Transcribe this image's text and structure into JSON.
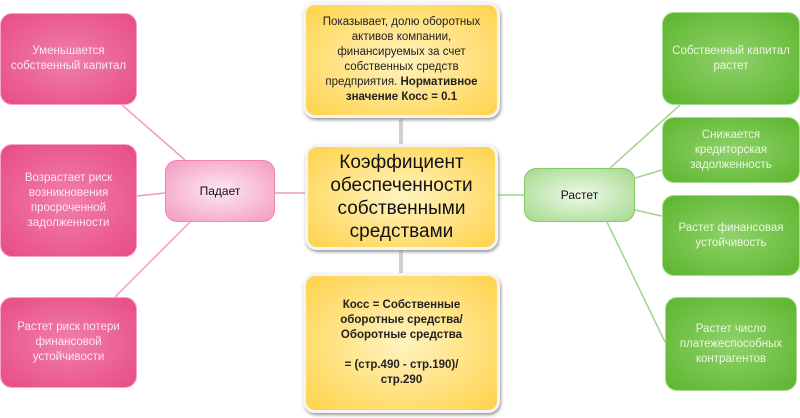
{
  "center": {
    "title": "Коэффициент обеспеченности собственными средствами"
  },
  "top": {
    "text": "Показывает, долю оборотных активов компании, финансируемых за счет собственных средств предприятия.",
    "bold": "Нормативное значение Косс = 0.1"
  },
  "bottom": {
    "line1": "Косс = Собственные оборотные средства/",
    "line2": "Оборотные средства",
    "line3": "= (стр.490 - стр.190)/",
    "line4": "стр.290"
  },
  "falls": {
    "label": "Падает",
    "items": [
      "Уменьшается собственный капитал",
      "Возрастает риск возникновения просроченной задолженности",
      "Растет риск потери финансовой устойчивости"
    ]
  },
  "rises": {
    "label": "Растет",
    "items": [
      "Собственный капитал растет",
      "Снижается кредиторская задолженность",
      "Растет финансовая устойчивость",
      "Растет число платежеспособных контрагентов"
    ]
  },
  "colors": {
    "pink": "#e84b86",
    "green": "#5cb52e",
    "yellow": "#ffd24a"
  }
}
